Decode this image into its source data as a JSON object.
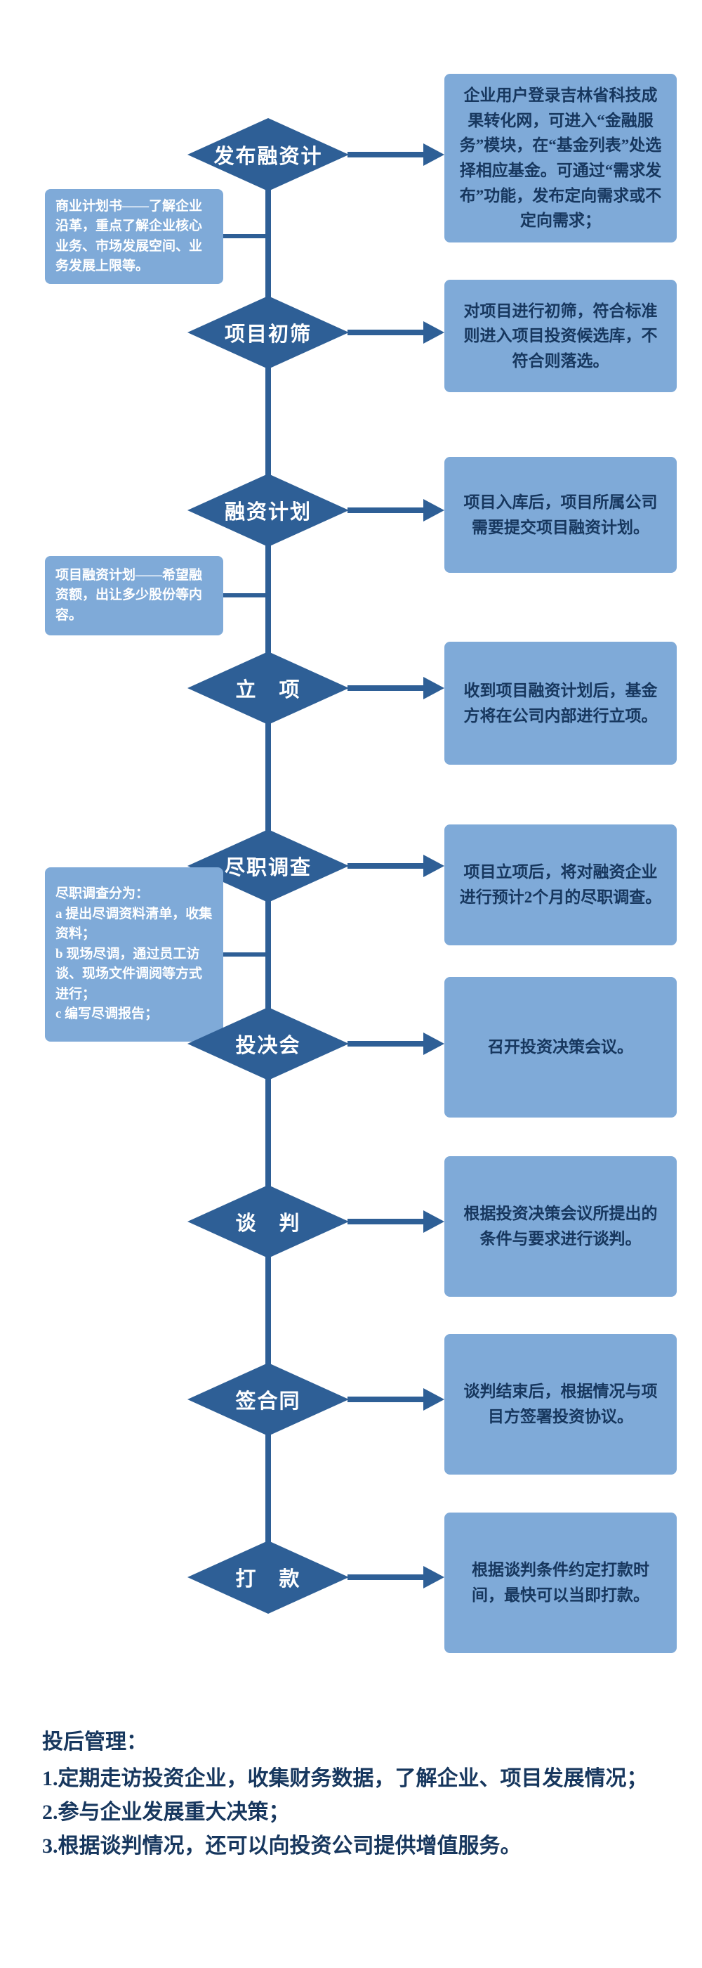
{
  "flow": {
    "colors": {
      "node_fill": "#2e5f96",
      "box_fill": "#7faad8",
      "box_text": "#17375e",
      "node_text": "#ffffff",
      "connector": "#2e5f96"
    },
    "steps": [
      {
        "title": "发布融资计",
        "desc": "企业用户登录吉林省科技成果转化网，可进入“金融服务”模块，在“基金列表”处选择相应基金。可通过“需求发布”功能，发布定向需求或不定向需求；"
      },
      {
        "title": "项目初筛",
        "desc": "对项目进行初筛，符合标准则进入项目投资候选库，不符合则落选。"
      },
      {
        "title": "融资计划",
        "desc": "项目入库后，项目所属公司需要提交项目融资计划。"
      },
      {
        "title": "立　项",
        "desc": "收到项目融资计划后，基金方将在公司内部进行立项。"
      },
      {
        "title": "尽职调查",
        "desc": "项目立项后，将对融资企业进行预计2个月的尽职调查。"
      },
      {
        "title": "投决会",
        "desc": "召开投资决策会议。"
      },
      {
        "title": "谈　判",
        "desc": "根据投资决策会议所提出的条件与要求进行谈判。"
      },
      {
        "title": "签合同",
        "desc": "谈判结束后，根据情况与项目方签署投资协议。"
      },
      {
        "title": "打　款",
        "desc": "根据谈判条件约定打款时间，最快可以当即打款。"
      }
    ],
    "annotations": [
      {
        "text": "商业计划书——了解企业沿革，重点了解企业核心业务、市场发展空间、业务发展上限等。"
      },
      {
        "text": "项目融资计划——希望融资额，出让多少股份等内容。"
      },
      {
        "text": "尽职调查分为：\na 提出尽调资料清单，收集资料；\nb 现场尽调，通过员工访谈、现场文件调阅等方式进行；\nc 编写尽调报告；"
      }
    ],
    "footer": {
      "title": "投后管理：",
      "lines": [
        "1.定期走访投资企业，收集财务数据，了解企业、项目发展情况；",
        "2.参与企业发展重大决策；",
        "3.根据谈判情况，还可以向投资公司提供增值服务。"
      ]
    }
  }
}
